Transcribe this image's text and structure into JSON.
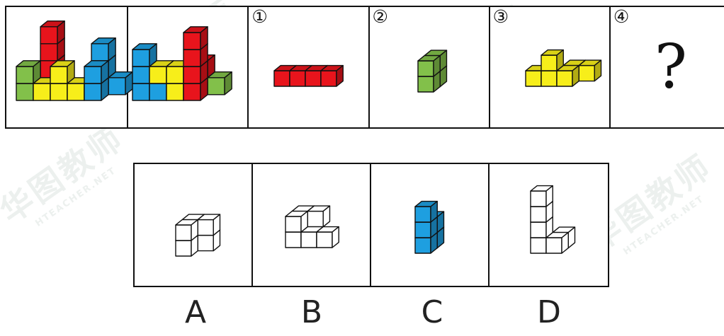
{
  "top_row": {
    "cells": [
      {
        "kind": "figure",
        "label": "",
        "figure": "example1"
      },
      {
        "kind": "figure",
        "label": "",
        "figure": "example2"
      },
      {
        "kind": "figure",
        "label": "①",
        "figure": "piece1"
      },
      {
        "kind": "figure",
        "label": "②",
        "figure": "piece2"
      },
      {
        "kind": "figure",
        "label": "③",
        "figure": "piece3"
      },
      {
        "kind": "question",
        "label": "④",
        "text": "?"
      }
    ]
  },
  "options": [
    {
      "letter": "A",
      "figure": "optA"
    },
    {
      "letter": "B",
      "figure": "optB"
    },
    {
      "letter": "C",
      "figure": "optC"
    },
    {
      "letter": "D",
      "figure": "optD"
    }
  ],
  "watermark": {
    "brand": "华图教师",
    "domain": "HTEACHER.NET"
  },
  "colors": {
    "red": "#e8141c",
    "yellow": "#f7ee1a",
    "blue": "#1e9fe0",
    "green": "#82c04a",
    "white": "#ffffff",
    "outline": "#111111",
    "frame": "#111111"
  }
}
